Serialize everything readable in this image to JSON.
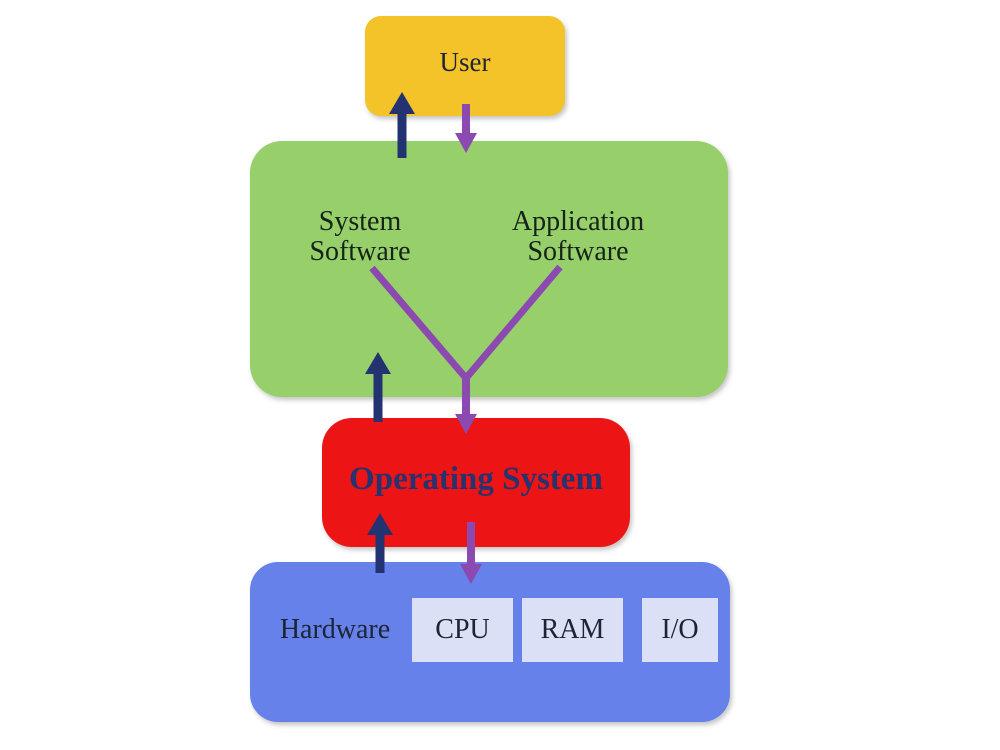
{
  "diagram": {
    "nodes": {
      "user": {
        "label": "User"
      },
      "system_software": {
        "line1": "System",
        "line2": "Software"
      },
      "application_software": {
        "line1": "Application",
        "line2": "Software"
      },
      "operating_system": {
        "label": "Operating System"
      },
      "hardware": {
        "label": "Hardware"
      },
      "components": [
        "CPU",
        "RAM",
        "I/O"
      ]
    },
    "relations": [
      "user <-> software (navy up arrow, purple down arrow)",
      "system software + application software -> operating system (purple V arrow)",
      "operating system -> software (navy up arrow)",
      "hardware <-> operating system (navy up arrow, purple down arrow)"
    ]
  },
  "colors": {
    "page_bg": "#ffffff",
    "user_box": "#f3c329",
    "software_box": "#97d06b",
    "os_box": "#ec1414",
    "hardware_box": "#6681e9",
    "component_box": "#dce0f7",
    "arrow_navy": "#233271",
    "arrow_purple": "#8c4ab0",
    "text_dark": "#1d2433",
    "software_text": "#152318",
    "os_text": "#28326e"
  }
}
